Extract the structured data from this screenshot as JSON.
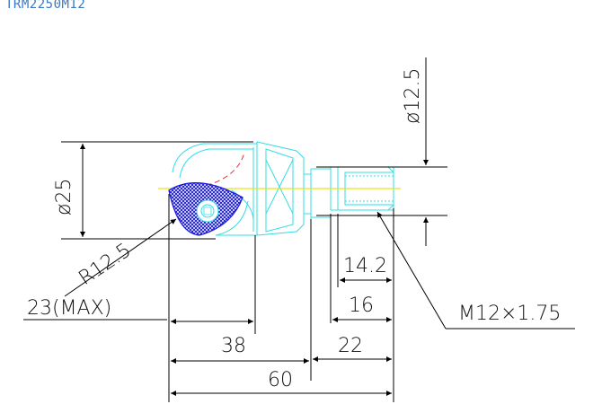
{
  "title": "TRM2250M12",
  "colors": {
    "title": "#3b78c2",
    "outline": "#33dde6",
    "hatch": "#1b1be0",
    "hidden_line": "#dd3333",
    "center_line": "#e6e617",
    "dimension": "#000000"
  },
  "dimensions": {
    "dia_head": "ø25",
    "dia_shank": "ø12.5",
    "radius": "R12.5",
    "max_cut": "23(MAX)",
    "thread_len": "14.2",
    "thread_full": "16",
    "shank_len": "22",
    "body_len": "38",
    "total_len": "60",
    "thread_spec": "M12×1.75"
  }
}
